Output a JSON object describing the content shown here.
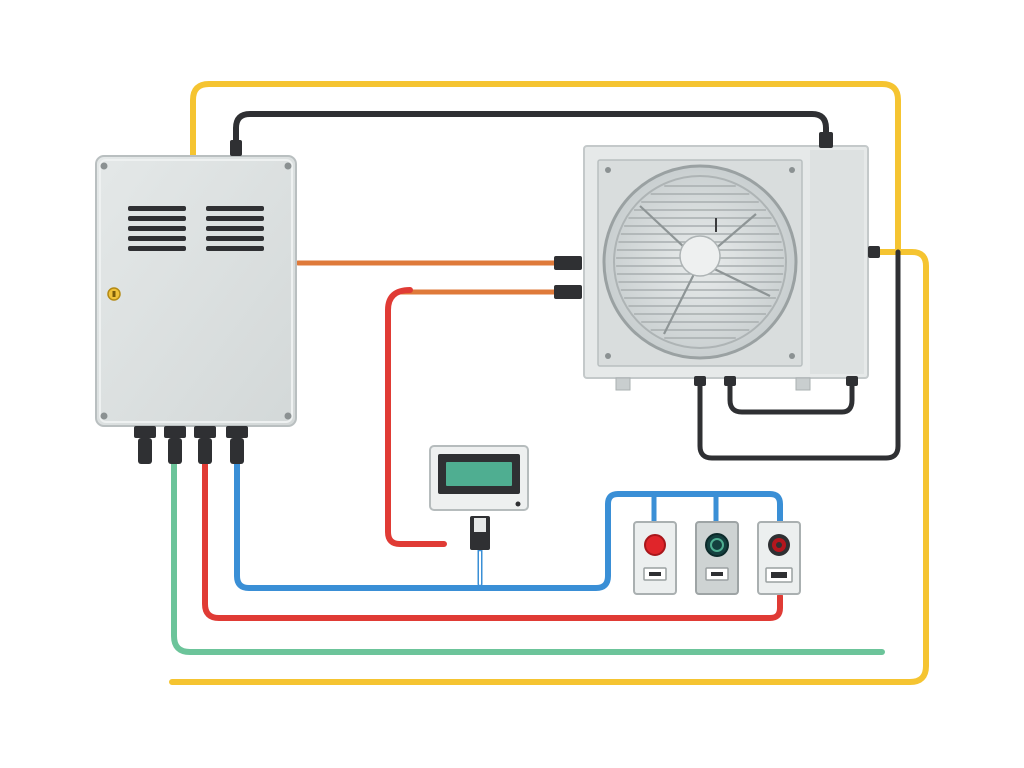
{
  "colors": {
    "background": "#ffffff",
    "wire_yellow": "#f5c431",
    "wire_black": "#2f3033",
    "wire_orange": "#df7a3a",
    "wire_red": "#e03b35",
    "wire_blue": "#3a8fd6",
    "wire_green": "#6cc49a",
    "enclosure_body": "#dfe3e3",
    "enclosure_edge": "#b9bfc0",
    "display_screen": "#4fae91",
    "button_red": "#e0252a",
    "button_teal": "#14403f",
    "button_dark_red": "#b3161d"
  },
  "icons": {
    "control_box": "electrical-enclosure-icon",
    "outdoor_unit": "condenser-fan-unit-icon",
    "thermostat": "digital-display-icon",
    "switches": "push-button-switch-icon"
  },
  "diagram": {
    "nodes": [
      {
        "id": "control-box",
        "icon": "electrical-enclosure-icon"
      },
      {
        "id": "outdoor-unit",
        "icon": "condenser-fan-unit-icon"
      },
      {
        "id": "display-sensor",
        "icon": "digital-display-icon"
      },
      {
        "id": "switch-red",
        "icon": "push-button-switch-icon",
        "button_color": "#e0252a"
      },
      {
        "id": "switch-teal",
        "icon": "push-button-switch-icon",
        "button_color": "#14403f"
      },
      {
        "id": "switch-dark-red",
        "icon": "push-button-switch-icon",
        "button_color": "#b3161d"
      }
    ],
    "wires": [
      {
        "id": "yellow-power-loop",
        "color": "#f5c431",
        "from": "control-box",
        "to": "outdoor-unit"
      },
      {
        "id": "black-top-link",
        "color": "#2f3033",
        "from": "control-box",
        "to": "outdoor-unit"
      },
      {
        "id": "orange-link",
        "color": "#df7a3a",
        "from": "control-box",
        "to": "outdoor-unit"
      },
      {
        "id": "red-sensor-link",
        "color": "#e03b35",
        "from": "outdoor-unit",
        "to": "display-sensor"
      },
      {
        "id": "black-underside-loop",
        "color": "#2f3033",
        "from": "outdoor-unit",
        "to": "outdoor-unit"
      },
      {
        "id": "blue-switch-bus",
        "color": "#3a8fd6",
        "from": "control-box",
        "to": "switch-red"
      },
      {
        "id": "red-return",
        "color": "#e03b35",
        "from": "control-box",
        "to": "switch-dark-red"
      },
      {
        "id": "green-ground",
        "color": "#6cc49a",
        "from": "control-box",
        "to": "ground"
      }
    ]
  }
}
